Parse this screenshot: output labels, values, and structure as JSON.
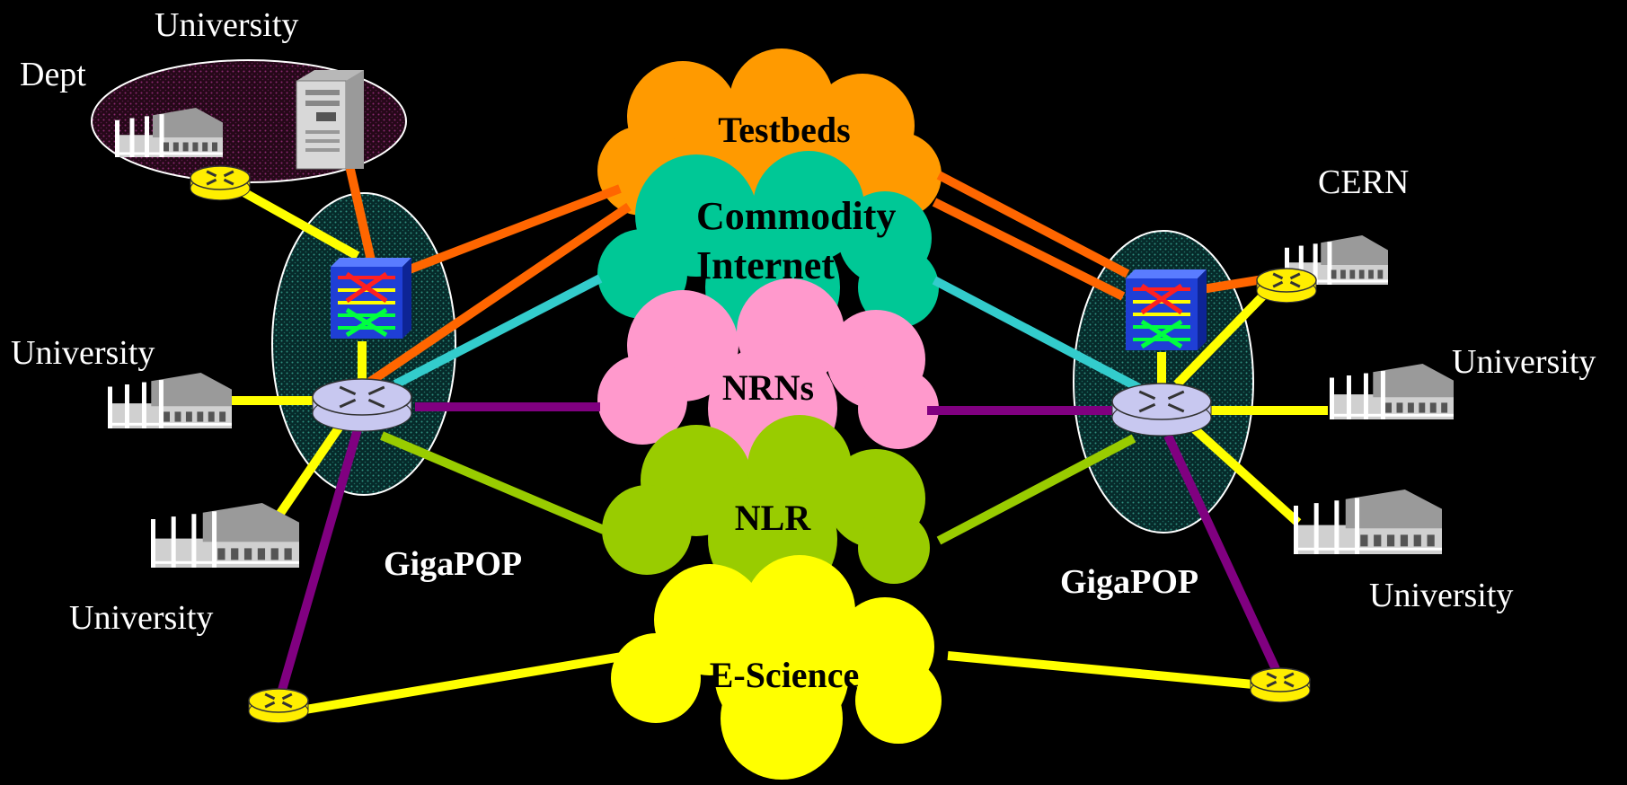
{
  "labels": {
    "dept": "Dept",
    "university_top": "University",
    "university_left": "University",
    "university_left_bottom": "University",
    "gigapop_left": "GigaPOP",
    "cern": "CERN",
    "university_right": "University",
    "university_right_bottom": "University",
    "gigapop_right": "GigaPOP"
  },
  "clouds": {
    "testbeds": "Testbeds",
    "commodity_line1": "Commodity",
    "commodity_line2": "Internet",
    "nrns": "NRNs",
    "nlr": "NLR",
    "escience": "E-Science"
  },
  "colors": {
    "background": "#000000",
    "testbeds": "#ff9a00",
    "commodity": "#00c896",
    "nrns": "#ff99cc",
    "nlr": "#99cc00",
    "escience": "#ffff00",
    "link_orange": "#ff6600",
    "link_cyan": "#33cccc",
    "link_purple": "#800080",
    "link_yellow": "#ffff00",
    "link_green": "#99cc00",
    "gigapop_fill": "#0a3a3a",
    "dept_fill": "#3a1030",
    "switch_blue": "#1f3fd6",
    "router_lilac": "#c8c8f0",
    "router_yellow": "#ffee00"
  }
}
